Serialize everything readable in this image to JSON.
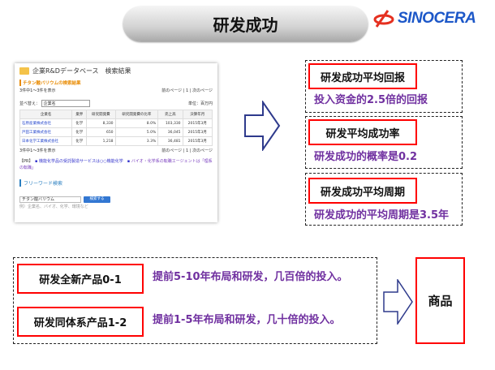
{
  "title": "研发成功",
  "logo": {
    "text": "SINOCERA",
    "colors": {
      "mark": "#e53020",
      "text": "#1c57c8"
    }
  },
  "screenshot": {
    "header": "企業R&Dデータベース　検索結果",
    "subtitle": "チタン酸バリウムの検索結果",
    "count": "3件中1～3件を表示",
    "pager": "前のページ | 1 | 次のページ",
    "sort_label": "並べ替え：",
    "sort_value": "企業名",
    "unit": "単位：百万円",
    "columns": [
      "企業名",
      "業界",
      "研究開発費",
      "研究開発費の比率",
      "売上高",
      "決算年月"
    ],
    "rows": [
      [
        "石原産業株式会社",
        "化学",
        "8,330",
        "8.0%",
        "103,330",
        "2015年3月"
      ],
      [
        "戸田工業株式会社",
        "化学",
        "650",
        "5.0%",
        "36,045",
        "2015年3月"
      ],
      [
        "日本化学工業株式会社",
        "化学",
        "1,218",
        "3.3%",
        "36,481",
        "2015年3月"
      ]
    ],
    "count_bottom": "3件中1～3件を表示",
    "pager_bottom": "前のページ | 1 | 次のページ",
    "related_label": "【PR】",
    "related_links": [
      "機能化学品の受託製造サービスは○○機能化学",
      "バイオ・化学系の転職エージェントは「理系の転職」"
    ],
    "freeword_title": "フリーワード検索",
    "search_value": "チタン酸バリウム",
    "search_button": "検索する",
    "search_hint": "例）企業名、バイオ、化学、環境など"
  },
  "metrics": [
    {
      "label": "研发成功平均回报",
      "desc": "投入资金的2.5倍的回报"
    },
    {
      "label": "研发平均成功率",
      "desc": "研发成功的概率是0.2"
    },
    {
      "label": "研发成功平均周期",
      "desc": "研发成功的平均周期是3.5年"
    }
  ],
  "products": [
    {
      "label": "研发全新产品0-1",
      "desc": "提前5-10年布局和研发，几百倍的投入。"
    },
    {
      "label": "研发同体系产品1-2",
      "desc": "提前1-5年布局和研发，几十倍的投入。"
    }
  ],
  "result": "商品"
}
